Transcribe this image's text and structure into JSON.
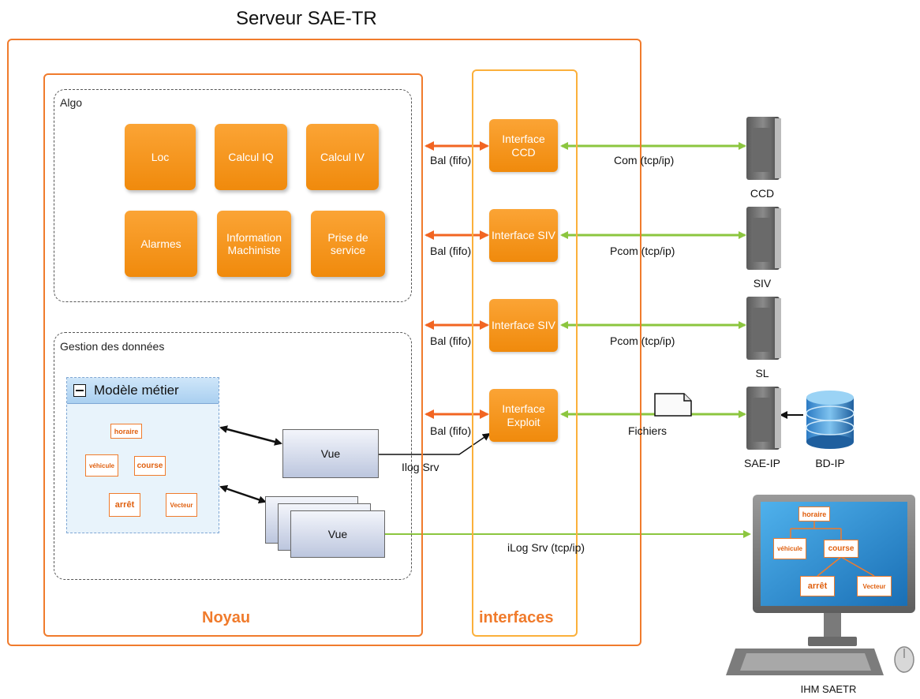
{
  "server_title": "Serveur SAE-TR",
  "noyau": {
    "label": "Noyau",
    "algo": {
      "label": "Algo",
      "modules": [
        "Loc",
        "Calcul IQ",
        "Calcul IV",
        "Alarmes",
        "Information Machiniste",
        "Prise de service"
      ]
    },
    "data_mgmt": {
      "label": "Gestion des données",
      "model": {
        "header": "Modèle métier",
        "nodes": [
          "horaire",
          "véhicule",
          "course",
          "arrêt",
          "Vecteur"
        ]
      },
      "views": [
        "Vue",
        "Vue"
      ]
    }
  },
  "interfaces": {
    "label": "interfaces",
    "items": [
      "Interface CCD",
      "Interface SIV",
      "Interface SIV",
      "Interface Exploit"
    ],
    "bal_labels": [
      "Bal (fifo)",
      "Bal (fifo)",
      "Bal (fifo)",
      "Bal (fifo)"
    ]
  },
  "links": {
    "com": "Com (tcp/ip)",
    "pcom1": "Pcom (tcp/ip)",
    "pcom2": "Pcom (tcp/ip)",
    "fichiers": "Fichiers",
    "ilog_srv": "Ilog Srv",
    "ilog_srv_tcp": "iLog Srv (tcp/ip)"
  },
  "servers": [
    "CCD",
    "SIV",
    "SL",
    "SAE-IP",
    "BD-IP"
  ],
  "ihm": {
    "label": "IHM SAETR",
    "nodes": [
      "horaire",
      "véhicule",
      "course",
      "arrêt",
      "Vecteur"
    ]
  },
  "colors": {
    "orange": "#f07b2c",
    "green": "#8cc63f",
    "arrow_orange": "#f26522"
  }
}
